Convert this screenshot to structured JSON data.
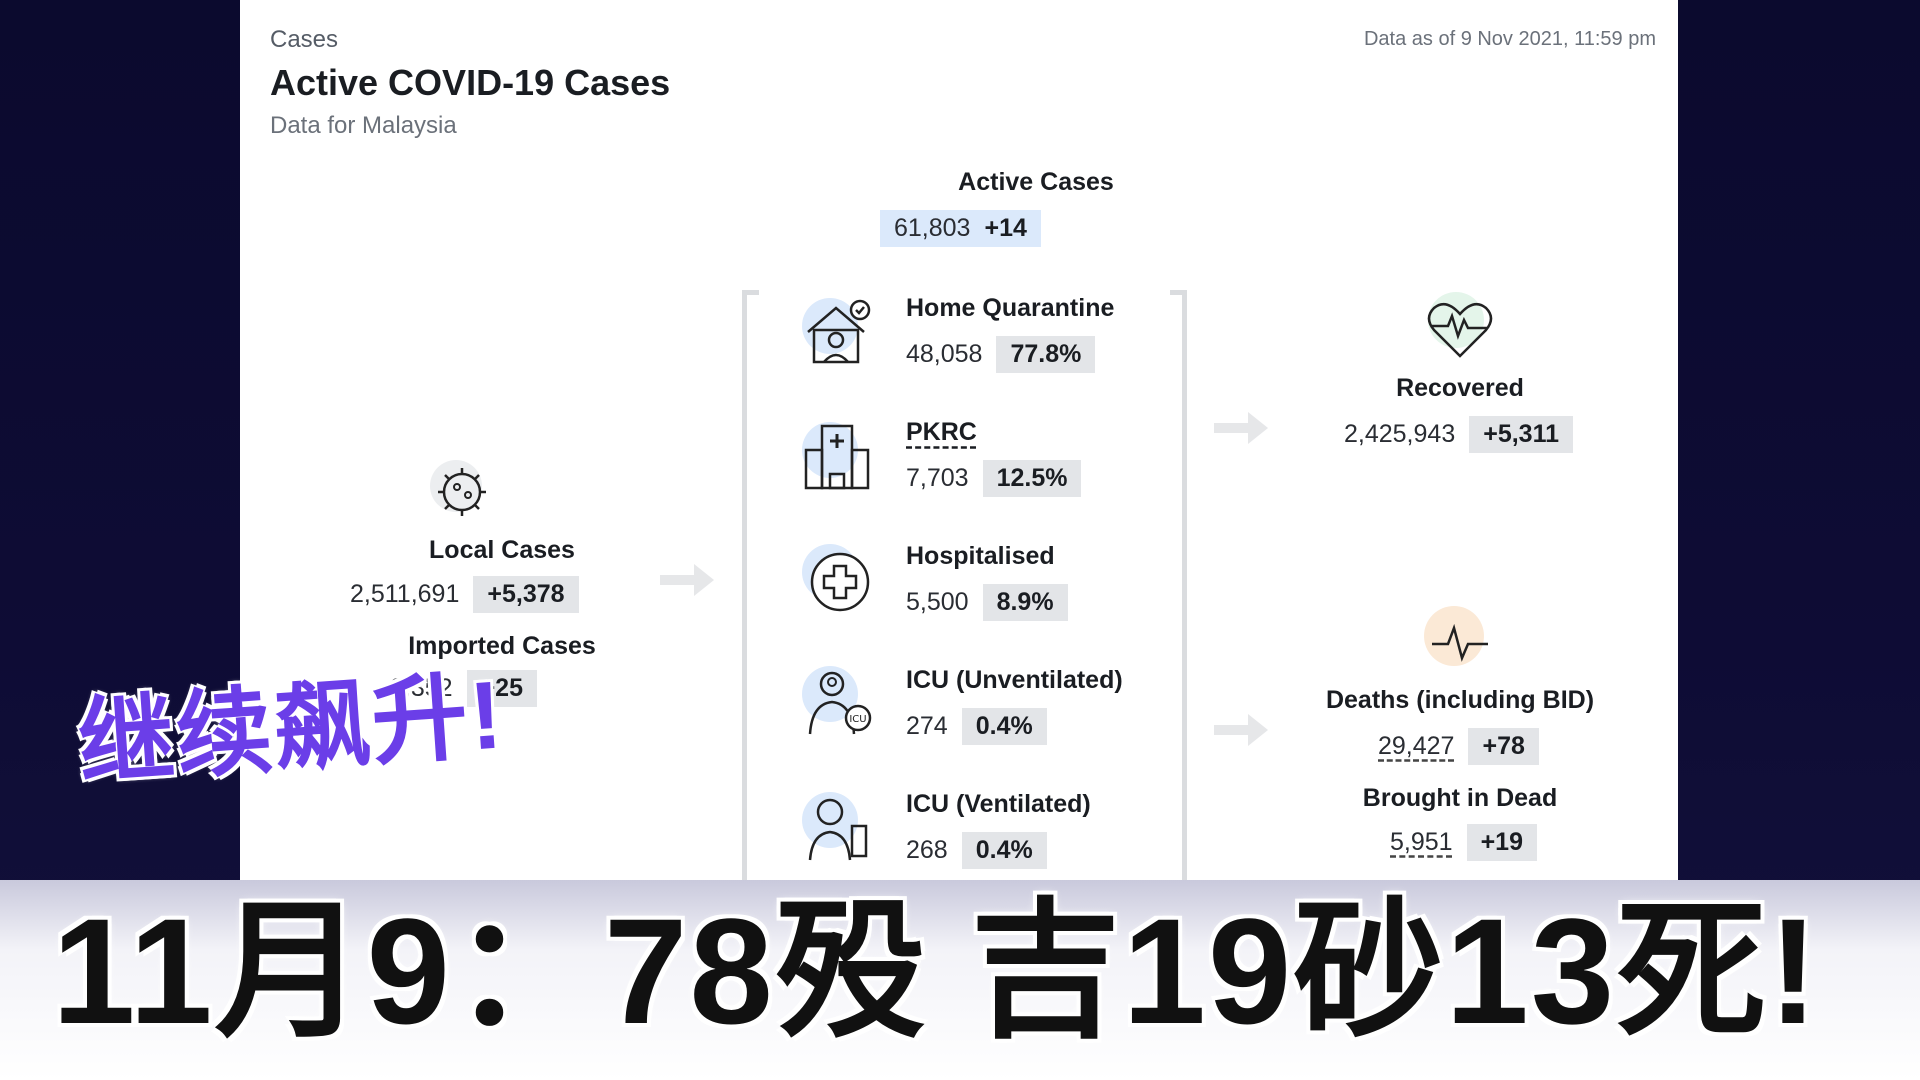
{
  "header": {
    "breadcrumb": "Cases",
    "title": "Active COVID-19 Cases",
    "subtitle": "Data for Malaysia",
    "as_of": "Data as of 9 Nov 2021, 11:59 pm"
  },
  "active": {
    "label": "Active Cases",
    "value": "61,803",
    "delta": "+14"
  },
  "local": {
    "label": "Local Cases",
    "value": "2,511,691",
    "delta": "+5,378"
  },
  "imported": {
    "label": "Imported Cases",
    "value": "2,352",
    "delta": "+25"
  },
  "categories": [
    {
      "label": "Home Quarantine",
      "value": "48,058",
      "pct": "77.8%"
    },
    {
      "label": "PKRC",
      "value": "7,703",
      "pct": "12.5%"
    },
    {
      "label": "Hospitalised",
      "value": "5,500",
      "pct": "8.9%"
    },
    {
      "label": "ICU (Unventilated)",
      "value": "274",
      "pct": "0.4%"
    },
    {
      "label": "ICU (Ventilated)",
      "value": "268",
      "pct": "0.4%"
    }
  ],
  "recovered": {
    "label": "Recovered",
    "value": "2,425,943",
    "delta": "+5,311"
  },
  "deaths": {
    "label": "Deaths (including BID)",
    "value": "29,427",
    "delta": "+78"
  },
  "bid": {
    "label": "Brought in Dead",
    "value": "5,951",
    "delta": "+19"
  },
  "overlay": {
    "headline_small": "继续飙升!",
    "headline_big": "11月9：78殁 吉19砂13死!"
  },
  "colors": {
    "accent_blue": "#dbe9fb",
    "pill_gray": "#e3e5e8",
    "headline_purple": "#6b3ee8"
  }
}
